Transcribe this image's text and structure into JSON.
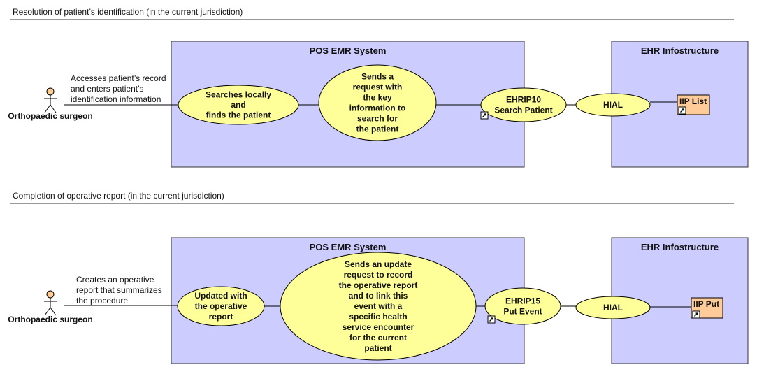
{
  "sections": [
    {
      "title": "Resolution of patient’s identification (in the current jurisdiction)",
      "actor": "Orthopaedic surgeon",
      "note": [
        "Accesses patient’s record",
        "and enters patient’s",
        "identification information"
      ],
      "pos_box_title": "POS EMR System",
      "ehr_box_title": "EHR Infostructure",
      "usecases": [
        [
          "Searches locally",
          "and",
          "finds the patient"
        ],
        [
          "Sends a",
          "request with",
          "the key",
          "information to",
          "search for",
          "the patient"
        ],
        [
          "EHRIP10",
          "Search Patient"
        ],
        [
          "HIAL"
        ]
      ],
      "iip": "IIP List"
    },
    {
      "title": "Completion of operative report (in the current jurisdiction)",
      "actor": "Orthopaedic surgeon",
      "note": [
        "Creates an operative",
        "report that summarizes",
        "the procedure"
      ],
      "pos_box_title": "POS EMR System",
      "ehr_box_title": "EHR Infostructure",
      "usecases": [
        [
          "Updated with",
          "the operative",
          "report"
        ],
        [
          "Sends an update",
          "request to record",
          "the operative report",
          "and to link this",
          "event with a",
          "specific health",
          "service encounter",
          "for the current",
          "patient"
        ],
        [
          "EHRIP15",
          "Put Event"
        ],
        [
          "HIAL"
        ]
      ],
      "iip": "IIP Put"
    }
  ],
  "colors": {
    "system_box": "#ccccff",
    "usecase": "#ffff99",
    "iip": "#ffcc99",
    "actor_head": "#ffcc99",
    "line": "#000000"
  },
  "icons": [
    "link-icon",
    "actor-icon"
  ]
}
